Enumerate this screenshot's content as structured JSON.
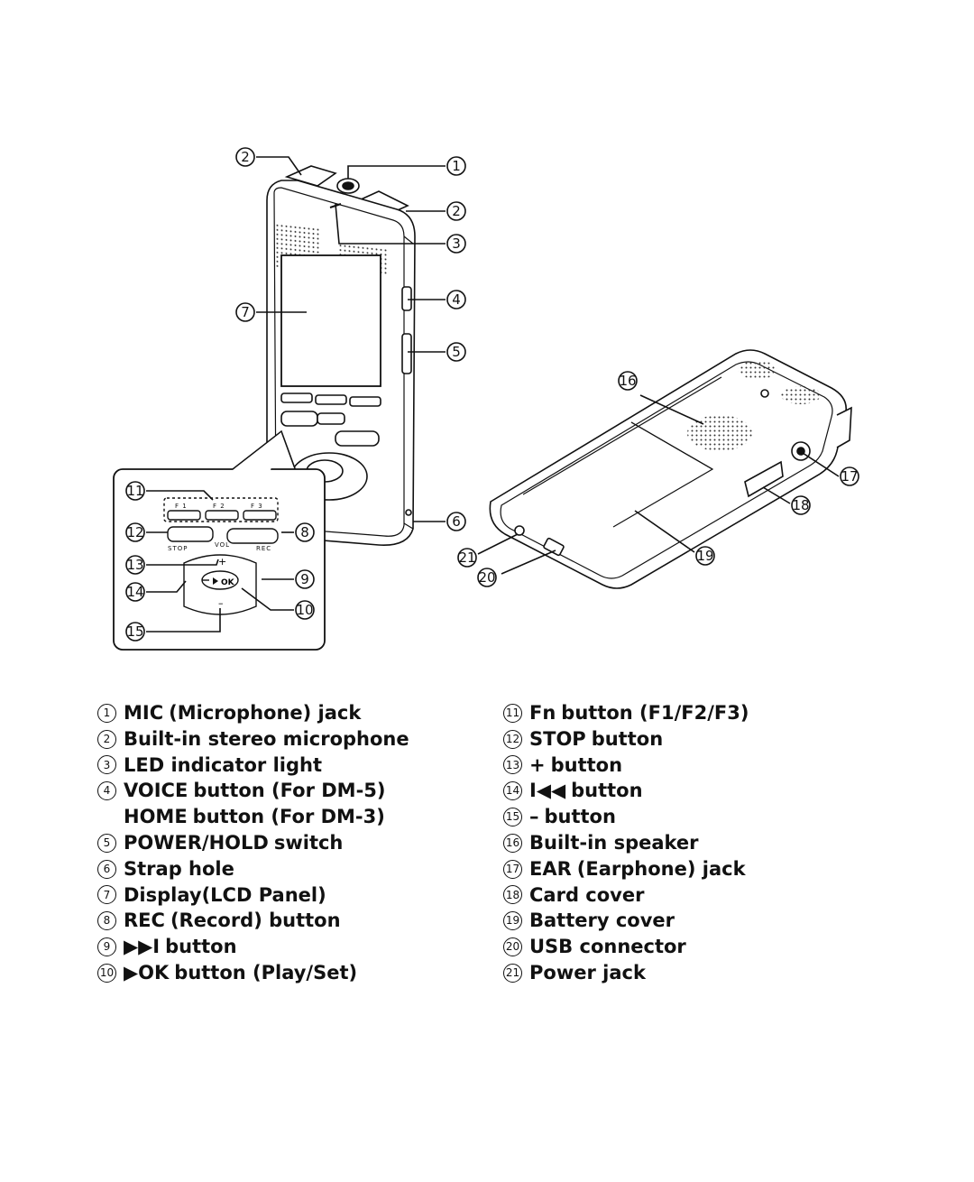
{
  "callouts": {
    "c1": "1",
    "c2": "2",
    "c3": "3",
    "c4": "4",
    "c5": "5",
    "c6": "6",
    "c7": "7",
    "c8": "8",
    "c9": "9",
    "c10": "10",
    "c11": "11",
    "c12": "12",
    "c13": "13",
    "c14": "14",
    "c15": "15",
    "c16": "16",
    "c17": "17",
    "c18": "18",
    "c19": "19",
    "c20": "20",
    "c21": "21"
  },
  "device_labels": {
    "f1": "F 1",
    "f2": "F 2",
    "f3": "F 3",
    "stop": "STOP",
    "vol": "VOL",
    "rec": "REC",
    "ok": "OK",
    "plus": "+",
    "minus": "–"
  },
  "legend_left": [
    {
      "num": "1",
      "key": "MIC",
      "text": "(Microphone) jack"
    },
    {
      "num": "2",
      "key": "",
      "text": "Built-in stereo microphone"
    },
    {
      "num": "3",
      "key": "",
      "text": "LED indicator light"
    },
    {
      "num": "4",
      "key": "VOICE",
      "text": "button (For DM-5)"
    },
    {
      "num": "",
      "key": "HOME",
      "text": "button (For DM-3)"
    },
    {
      "num": "5",
      "key": "POWER/HOLD",
      "text": "switch"
    },
    {
      "num": "6",
      "key": "",
      "text": "Strap hole"
    },
    {
      "num": "7",
      "key": "",
      "text": "Display(LCD Panel)"
    },
    {
      "num": "8",
      "key": "REC",
      "text": "(Record) button"
    },
    {
      "num": "9",
      "key": "▶▶I",
      "text": "button"
    },
    {
      "num": "10",
      "key": "▶OK",
      "text": "button (Play/Set)"
    }
  ],
  "legend_right": [
    {
      "num": "11",
      "key": "Fn",
      "text": "button (F1/F2/F3)"
    },
    {
      "num": "12",
      "key": "STOP",
      "text": "button"
    },
    {
      "num": "13",
      "key": "+",
      "text": "button"
    },
    {
      "num": "14",
      "key": "I◀◀",
      "text": "button"
    },
    {
      "num": "15",
      "key": "–",
      "text": "button"
    },
    {
      "num": "16",
      "key": "",
      "text": "Built-in speaker"
    },
    {
      "num": "17",
      "key": "EAR",
      "text": "(Earphone) jack"
    },
    {
      "num": "18",
      "key": "",
      "text": "Card cover"
    },
    {
      "num": "19",
      "key": "",
      "text": "Battery cover"
    },
    {
      "num": "20",
      "key": "",
      "text": "USB connector"
    },
    {
      "num": "21",
      "key": "",
      "text": "Power jack"
    }
  ]
}
